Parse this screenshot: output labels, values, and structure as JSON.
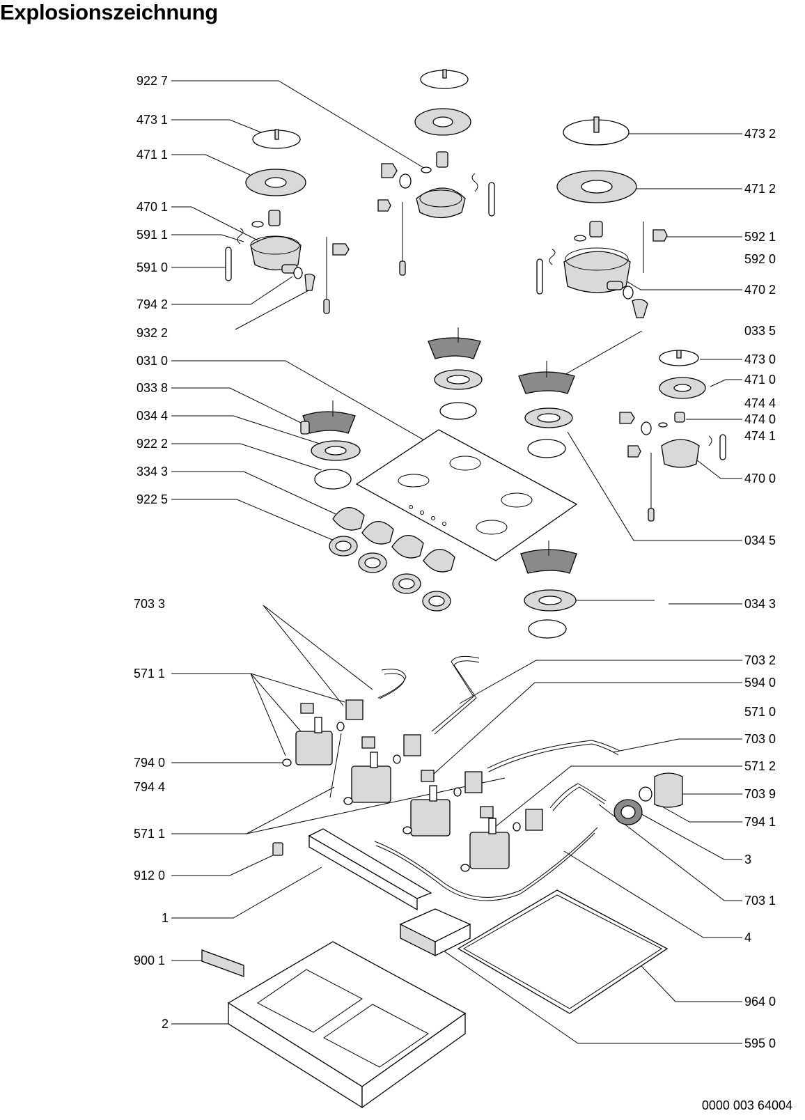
{
  "title": "Explosionszeichnung",
  "document_number": "0000 003 64004",
  "labels_left": [
    "922 7",
    "473 1",
    "471 1",
    "470 1",
    "591 1",
    "591 0",
    "794 2",
    "932 2",
    "031 0",
    "033 8",
    "034 4",
    "922 2",
    "334 3",
    "922 5",
    "703 3",
    "571 1",
    "794 0",
    "794 4",
    "571 1",
    "912 0",
    "1",
    "900 1",
    "2"
  ],
  "labels_right": [
    "473 2",
    "471 2",
    "592 1",
    "592 0",
    "470 2",
    "033 5",
    "473 0",
    "471 0",
    "474 4",
    "474 0",
    "474 1",
    "470 0",
    "034 5",
    "034 3",
    "703 2",
    "594 0",
    "571 0",
    "703 0",
    "571 2",
    "703 9",
    "794 1",
    "3",
    "703 1",
    "4",
    "964 0",
    "595 0"
  ]
}
